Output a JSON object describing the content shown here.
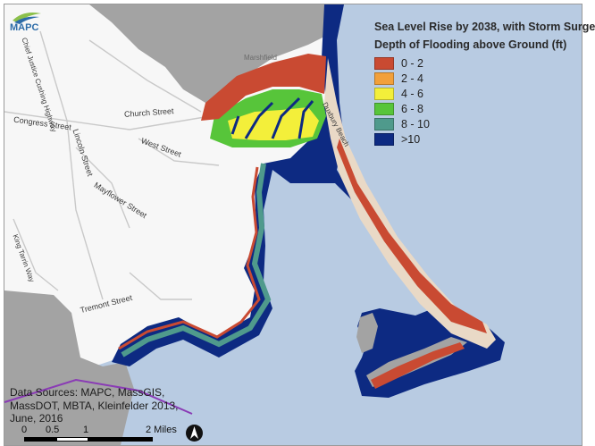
{
  "legend": {
    "title": "Sea Level Rise by 2038, with Storm Surge",
    "subtitle": "Depth of Flooding above Ground (ft)",
    "items": [
      {
        "label": "0 - 2",
        "color": "#c94a32"
      },
      {
        "label": "2 - 4",
        "color": "#f2a03a"
      },
      {
        "label": "4 - 6",
        "color": "#f3ef3a"
      },
      {
        "label": "6 - 8",
        "color": "#57c53a"
      },
      {
        "label": "8 - 10",
        "color": "#4f9a8c"
      },
      {
        "label": ">10",
        "color": "#0d2a82"
      }
    ]
  },
  "sources": {
    "text": "Data Sources: MAPC, MassGIS, MassDOT, MBTA, Kleinfelder 2013, June, 2016"
  },
  "scale": {
    "labels": [
      "0",
      "0.5",
      "1",
      "2 Miles"
    ]
  },
  "logo": {
    "text": "MAPC"
  },
  "streets": [
    {
      "name": "Chief Justice Cushing Highway"
    },
    {
      "name": "Congress Street"
    },
    {
      "name": "Lincoln Street"
    },
    {
      "name": "Church Street"
    },
    {
      "name": "West Street"
    },
    {
      "name": "Mayflower Street"
    },
    {
      "name": "King Tarrin Way"
    },
    {
      "name": "Tremont Street"
    },
    {
      "name": "Duxbury Beach"
    },
    {
      "name": "Marshfield"
    }
  ],
  "colors": {
    "water": "#b8cbe2",
    "land": "#ffffff",
    "outside_town": "#a3a3a3"
  }
}
